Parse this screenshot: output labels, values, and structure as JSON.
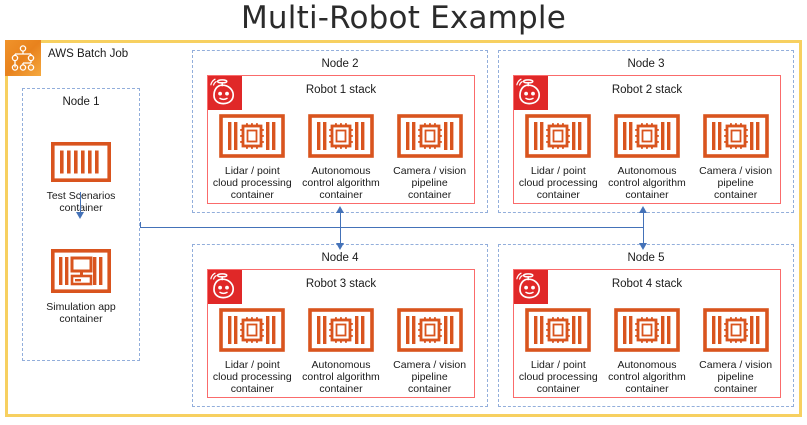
{
  "title": "Multi-Robot Example",
  "batch": {
    "label": "AWS Batch Job",
    "icon": "aws-batch-icon",
    "badge_color": "#ec8a24",
    "frame_color": "#f7d060"
  },
  "colors": {
    "node_border": "#92aedb",
    "stack_border": "#fa6b6b",
    "robot_badge": "#e02828",
    "container_orange": "#d9541e",
    "connector_blue": "#4472b8",
    "text": "#1a1a1a"
  },
  "node1": {
    "title": "Node 1",
    "items": [
      {
        "icon": "test-scenarios-container-icon",
        "caption": "Test Scenarios\ncontainer"
      },
      {
        "icon": "simulation-app-container-icon",
        "caption": "Simulation  app\ncontainer"
      }
    ]
  },
  "robot_nodes": [
    {
      "node_title": "Node 2",
      "stack_title": "Robot 1 stack",
      "containers": [
        {
          "icon": "cpu-container-icon",
          "caption": "Lidar / point\ncloud processing\ncontainer"
        },
        {
          "icon": "cpu-container-icon",
          "caption": "Autonomous\ncontrol algorithm\ncontainer"
        },
        {
          "icon": "cpu-container-icon",
          "caption": "Camera / vision\npipeline\ncontainer"
        }
      ]
    },
    {
      "node_title": "Node 3",
      "stack_title": "Robot 2 stack",
      "containers": [
        {
          "icon": "cpu-container-icon",
          "caption": "Lidar / point\ncloud processing\ncontainer"
        },
        {
          "icon": "cpu-container-icon",
          "caption": "Autonomous\ncontrol algorithm\ncontainer"
        },
        {
          "icon": "cpu-container-icon",
          "caption": "Camera / vision\npipeline\ncontainer"
        }
      ]
    },
    {
      "node_title": "Node 4",
      "stack_title": "Robot 3 stack",
      "containers": [
        {
          "icon": "cpu-container-icon",
          "caption": "Lidar / point\ncloud processing\ncontainer"
        },
        {
          "icon": "cpu-container-icon",
          "caption": "Autonomous\ncontrol algorithm\ncontainer"
        },
        {
          "icon": "cpu-container-icon",
          "caption": "Camera / vision\npipeline\ncontainer"
        }
      ]
    },
    {
      "node_title": "Node 5",
      "stack_title": "Robot 4 stack",
      "containers": [
        {
          "icon": "cpu-container-icon",
          "caption": "Lidar / point\ncloud processing\ncontainer"
        },
        {
          "icon": "cpu-container-icon",
          "caption": "Autonomous\ncontrol algorithm\ncontainer"
        },
        {
          "icon": "cpu-container-icon",
          "caption": "Camera / vision\npipeline\ncontainer"
        }
      ]
    }
  ]
}
